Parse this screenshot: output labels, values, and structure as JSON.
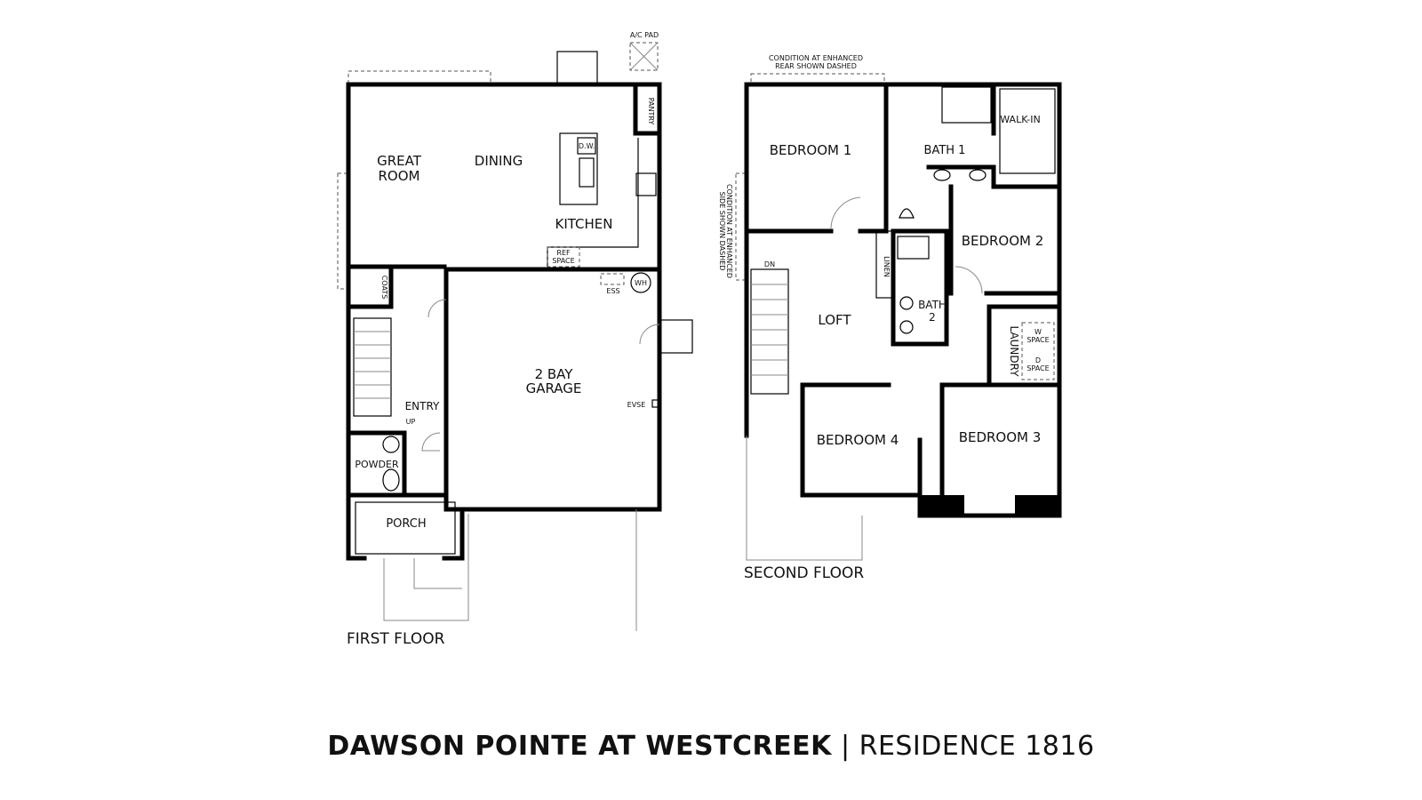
{
  "title": {
    "main": "DAWSON POINTE AT WESTCREEK",
    "separator": " | ",
    "sub": "RESIDENCE 1816"
  },
  "first_floor": {
    "caption": "FIRST FLOOR",
    "rooms": {
      "great_room_1": "GREAT",
      "great_room_2": "ROOM",
      "dining": "DINING",
      "kitchen": "KITCHEN",
      "garage_1": "2 BAY",
      "garage_2": "GARAGE",
      "entry": "ENTRY",
      "powder": "POWDER",
      "porch": "PORCH"
    },
    "fixtures": {
      "ac_pad": "A/C PAD",
      "pantry": "PANTRY",
      "dw": "D.W.",
      "ref_1": "REF",
      "ref_2": "SPACE",
      "ess": "ESS",
      "wh": "WH",
      "evse": "EVSE",
      "coats": "COATS",
      "up": "UP"
    }
  },
  "second_floor": {
    "caption": "SECOND FLOOR",
    "rooms": {
      "bedroom1": "BEDROOM 1",
      "bath1": "BATH 1",
      "walkin": "WALK-IN",
      "bedroom2": "BEDROOM 2",
      "loft": "LOFT",
      "bath2_1": "BATH",
      "bath2_2": "2",
      "laundry": "LAUNDRY",
      "bedroom4": "BEDROOM 4",
      "bedroom3": "BEDROOM 3"
    },
    "fixtures": {
      "rear_note_1": "CONDITION AT ENHANCED",
      "rear_note_2": "REAR SHOWN DASHED",
      "side_note_1": "CONDITION AT ENHANCED",
      "side_note_2": "SIDE SHOWN DASHED",
      "linen": "LINEN",
      "dn": "DN",
      "w_space_1": "W",
      "w_space_2": "SPACE",
      "d_space_1": "D",
      "d_space_2": "SPACE"
    }
  }
}
